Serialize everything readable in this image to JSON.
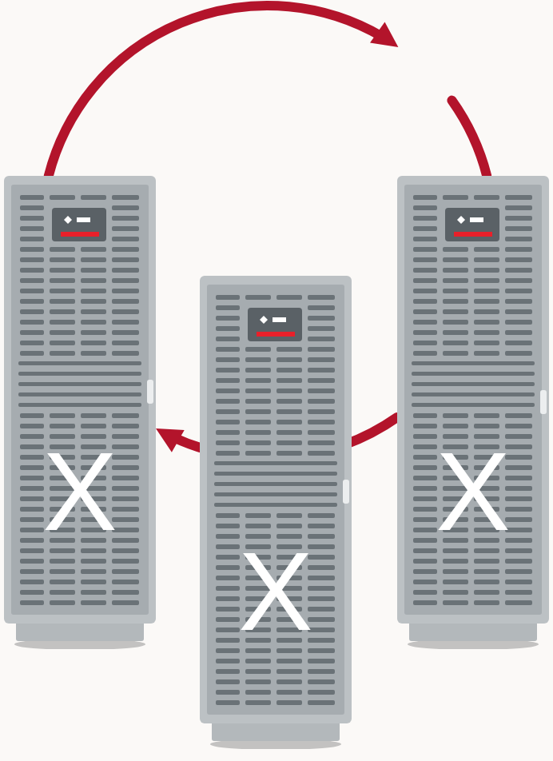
{
  "diagram": {
    "nodes": [
      {
        "text": [
          "X"
        ]
      },
      {
        "text": [
          "X"
        ]
      },
      {
        "text": [
          "X"
        ]
      }
    ],
    "edges": [
      {
        "from": 0,
        "to": 2,
        "arrow": "to"
      },
      {
        "from": 2,
        "to": 0,
        "arrow": "to"
      }
    ]
  }
}
